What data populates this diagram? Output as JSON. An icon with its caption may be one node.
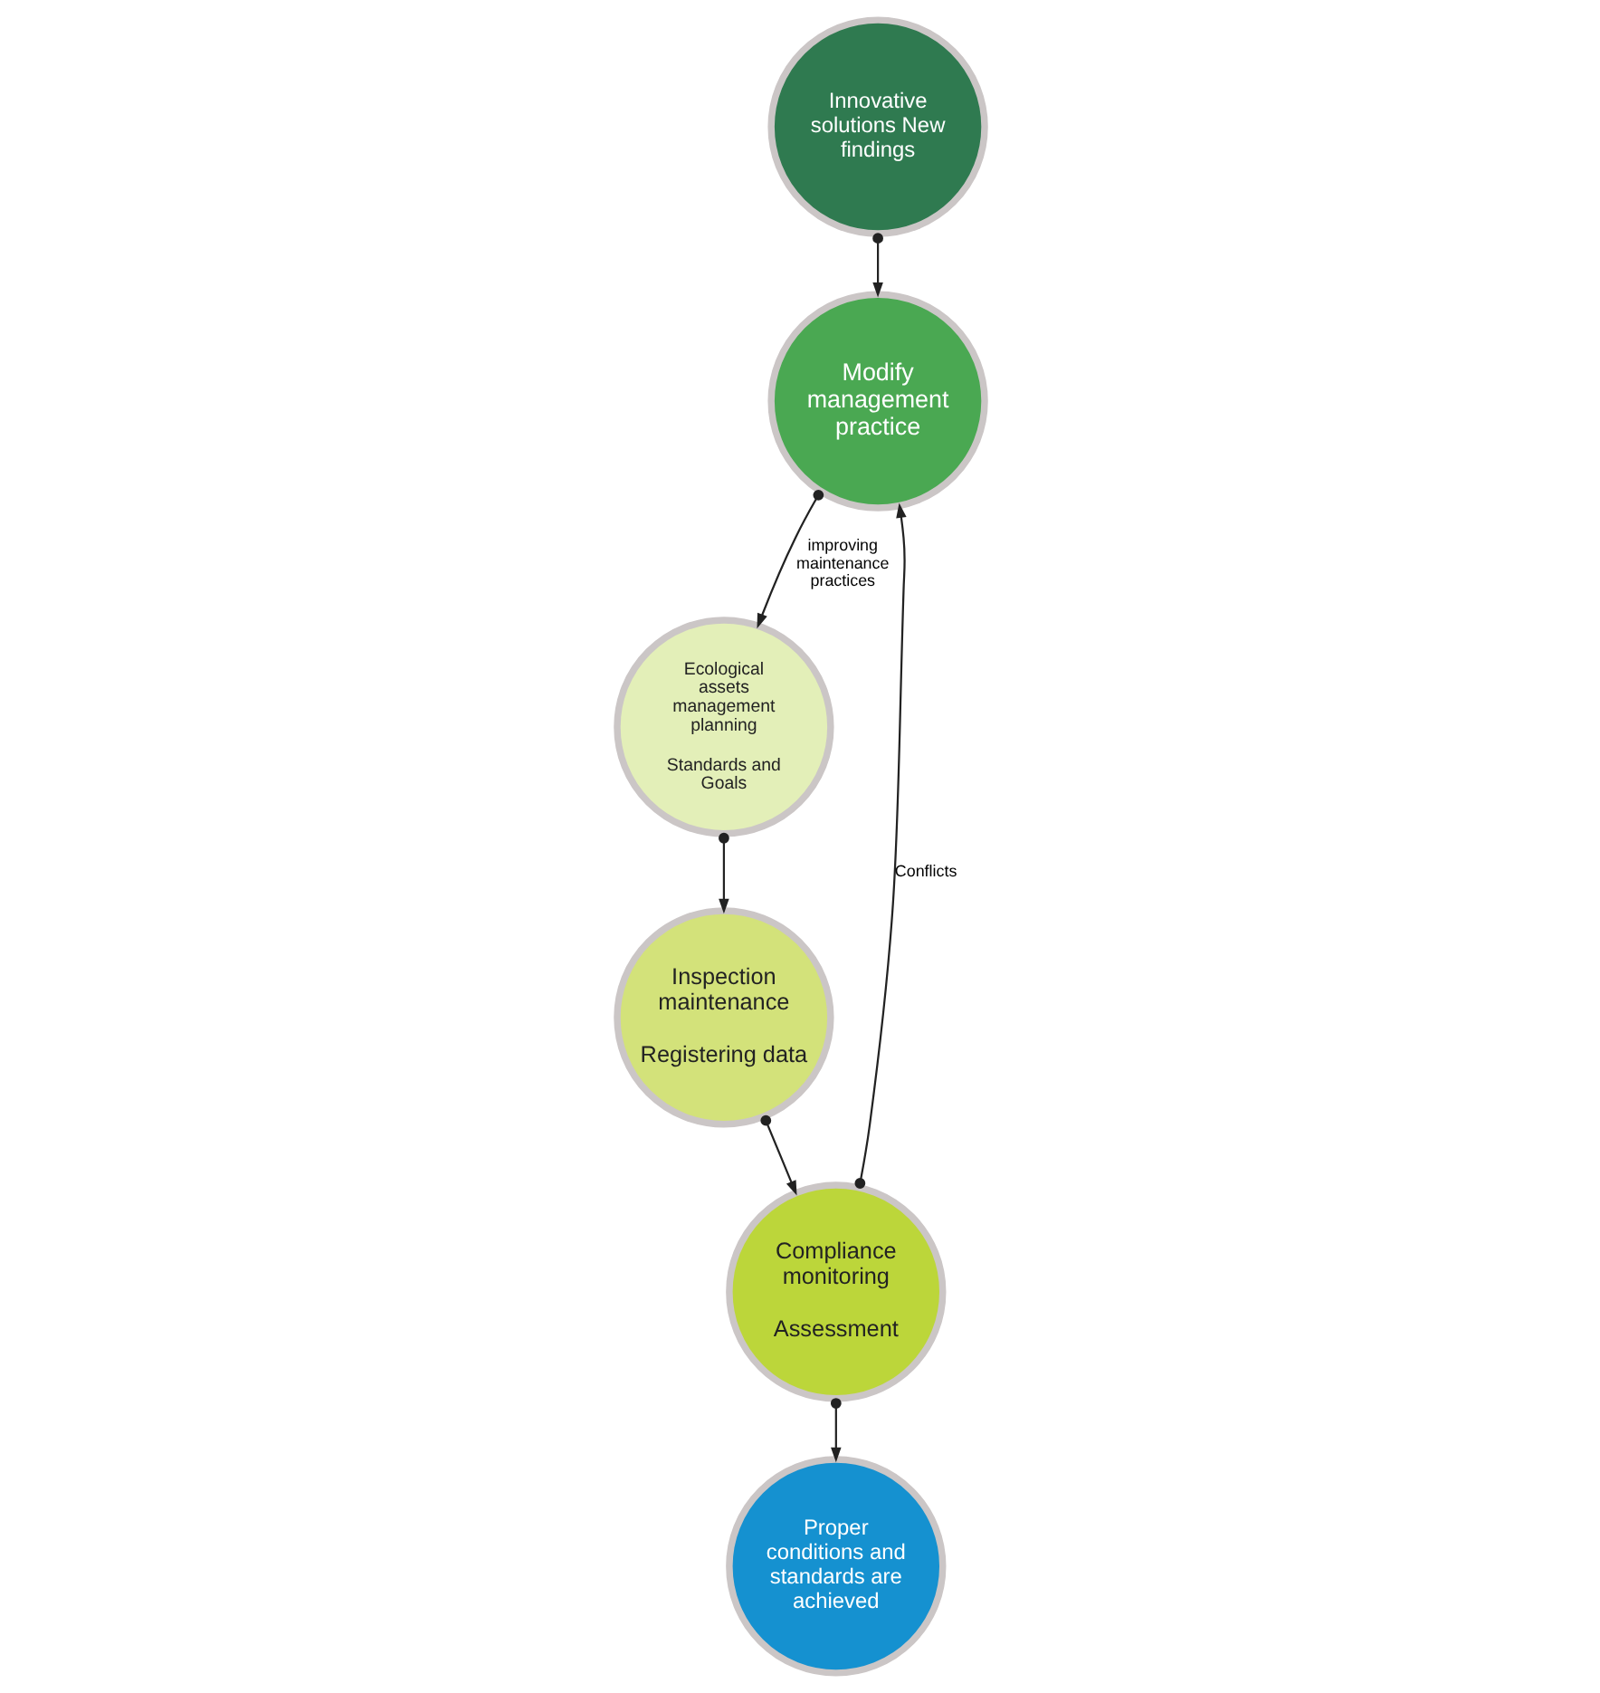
{
  "diagram": {
    "nodes": [
      {
        "text": [
          "Innovative solutions New findings"
        ]
      },
      {
        "text": [
          "Modify management practice"
        ]
      },
      {
        "text": [
          "Ecological assets management planning",
          "Standards and Goals"
        ]
      },
      {
        "text": [
          "Inspection maintenance",
          "Registering data"
        ]
      },
      {
        "text": [
          "Compliance monitoring",
          "Assessment"
        ]
      },
      {
        "text": [
          "Proper conditions and standards are achieved"
        ]
      }
    ],
    "edges": [
      {
        "from": 0,
        "to": 1,
        "arrow": "to"
      },
      {
        "from": 1,
        "to": 2,
        "arrow": "to",
        "label": "improving maintenance practices"
      },
      {
        "from": 2,
        "to": 3,
        "arrow": "to"
      },
      {
        "from": 3,
        "to": 4,
        "arrow": "to"
      },
      {
        "from": 4,
        "to": 1,
        "arrow": "to",
        "label": "Conflicts"
      },
      {
        "from": 4,
        "to": 5,
        "arrow": "to"
      }
    ]
  }
}
